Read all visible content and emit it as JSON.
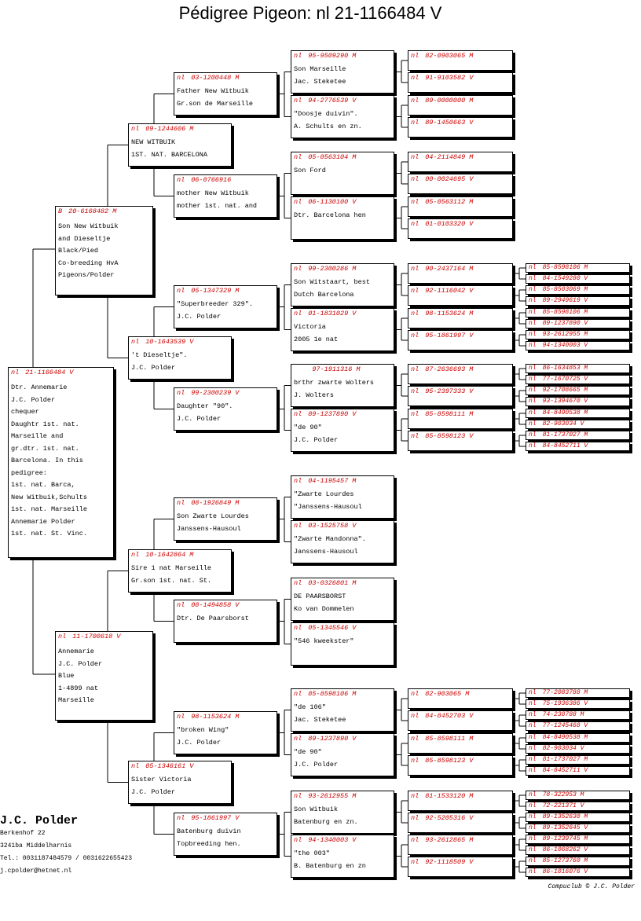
{
  "title": "Pédigree Pigeon: nl  21-1166484 V",
  "footer": "Compuclub © J.C. Polder",
  "breeder": {
    "name": "J.C. Polder",
    "lines": [
      "Berkenhof 22",
      "3241ba  Middelharnis",
      "Tel.: 0031187484579 / 0031622655423",
      "j.cpolder@hetnet.nl"
    ]
  },
  "colors": {
    "id": "#cc0000",
    "text": "#000000"
  },
  "pedigree": [
    {
      "key": "subject",
      "prefix": "nl",
      "id": "21-1166484 V",
      "desc": [
        "Dtr. Annemarie",
        "J.C. Polder",
        "chequer",
        "Daughtr 1st. nat.",
        "Marseille and",
        "gr.dtr. 1st. nat.",
        "Barcelona. In this",
        "pedigree:",
        "1st. nat. Barca,",
        "New Witbuik,Schults",
        "1st. nat. Marseille",
        "Annemarie Polder",
        "1st. nat. St. Vinc."
      ]
    },
    {
      "key": "sire",
      "prefix": "B",
      "id": "20-6168482 M",
      "desc": [
        "Son New Witbuik",
        "and Dieseltje",
        "Black/Pied",
        "Co-breeding HvA",
        "Pigeons/Polder"
      ]
    },
    {
      "key": "dam",
      "prefix": "nl",
      "id": "11-1700618 V",
      "desc": [
        "Annemarie",
        "J.C. Polder",
        "Blue",
        "1-4899 nat",
        "Marseille"
      ]
    },
    {
      "key": "ss",
      "prefix": "nl",
      "id": "09-1244606 M",
      "desc": [
        "NEW WITBUIK",
        "1ST. NAT. BARCELONA"
      ]
    },
    {
      "key": "sd",
      "prefix": "nl",
      "id": "10-1643539 V",
      "desc": [
        "'t Dieseltje\".",
        "J.C. Polder"
      ]
    },
    {
      "key": "ds",
      "prefix": "nl",
      "id": "10-1642864 M",
      "desc": [
        "Sire 1 nat Marseille",
        "Gr.son 1st. nat. St."
      ]
    },
    {
      "key": "dd",
      "prefix": "nl",
      "id": "05-1346161 V",
      "desc": [
        "Sister Victoria",
        "J.C. Polder"
      ]
    },
    {
      "key": "sss",
      "prefix": "nl",
      "id": "03-1200448 M",
      "desc": [
        "Father New Witbuik",
        "Gr.son de Marseille"
      ]
    },
    {
      "key": "ssd",
      "prefix": "nl",
      "id": "06-0766916",
      "desc": [
        "mother New Witbuik",
        "mother 1st. nat. and"
      ]
    },
    {
      "key": "sds",
      "prefix": "nl",
      "id": "05-1347329 M",
      "desc": [
        "\"Superbreeder 329\".",
        "J.C. Polder"
      ]
    },
    {
      "key": "sdd",
      "prefix": "nl",
      "id": "99-2300239 V",
      "desc": [
        "Daughter \"90\".",
        "J.C. Polder"
      ]
    },
    {
      "key": "dss",
      "prefix": "nl",
      "id": "08-1926849 M",
      "desc": [
        "Son Zwarte Lourdes",
        "Janssens-Hausoul"
      ]
    },
    {
      "key": "dsd",
      "prefix": "nl",
      "id": "08-1494858 V",
      "desc": [
        "Dtr. De Paarsborst"
      ]
    },
    {
      "key": "dds",
      "prefix": "nl",
      "id": "98-1153624 M",
      "desc": [
        "\"broken Wing\"",
        "J.C. Polder"
      ]
    },
    {
      "key": "ddd",
      "prefix": "nl",
      "id": "95-1861997 V",
      "desc": [
        "Batenburg duivin",
        "Topbreeding hen."
      ]
    },
    {
      "key": "g1",
      "prefix": "nl",
      "id": "95-9509290 M",
      "desc": [
        "Son Marseille",
        "Jac. Steketee"
      ]
    },
    {
      "key": "g2",
      "prefix": "nl",
      "id": "94-2776539 V",
      "desc": [
        "\"Doosje duivin\".",
        "A. Schults en zn."
      ]
    },
    {
      "key": "g3",
      "prefix": "nl",
      "id": "05-0563104 M",
      "desc": [
        "Son Ford"
      ]
    },
    {
      "key": "g4",
      "prefix": "nl",
      "id": "06-1130100 V",
      "desc": [
        "Dtr.  Barcelona hen"
      ]
    },
    {
      "key": "g5",
      "prefix": "nl",
      "id": "99-2300286 M",
      "desc": [
        "Son Witstaart, best",
        "Dutch Barcelona"
      ]
    },
    {
      "key": "g6",
      "prefix": "nl",
      "id": "01-1831029 V",
      "desc": [
        "Victoria",
        "2005 1e nat"
      ]
    },
    {
      "key": "g7",
      "prefix": "",
      "id": "97-1911316 M",
      "desc": [
        "brthr zwarte Wolters",
        "J. Wolters"
      ]
    },
    {
      "key": "g8",
      "prefix": "nl",
      "id": "89-1237890 V",
      "desc": [
        "\"de 90\"",
        "J.C. Polder"
      ]
    },
    {
      "key": "g9",
      "prefix": "nl",
      "id": "04-1195457 M",
      "desc": [
        "\"Zwarte Lourdes",
        "\"Janssens-Hausoul"
      ]
    },
    {
      "key": "g10",
      "prefix": "nl",
      "id": "03-1525758 V",
      "desc": [
        "\"Zwarte Mandonna\".",
        "Janssens-Hausoul"
      ]
    },
    {
      "key": "g11",
      "prefix": "nl",
      "id": "03-0326801 M",
      "desc": [
        "DE PAARSBORST",
        "Ko van Dommelen"
      ]
    },
    {
      "key": "g12",
      "prefix": "nl",
      "id": "05-1345546 V",
      "desc": [
        "\"546 kweekster\""
      ]
    },
    {
      "key": "g13",
      "prefix": "nl",
      "id": "85-8598106 M",
      "desc": [
        "\"de 106\"",
        "Jac. Steketee"
      ]
    },
    {
      "key": "g14",
      "prefix": "nl",
      "id": "89-1237890 V",
      "desc": [
        "\"de 90\"",
        "J.C. Polder"
      ]
    },
    {
      "key": "g15",
      "prefix": "nl",
      "id": "93-2612955 M",
      "desc": [
        "Son Witbuik",
        "Batenburg en zn."
      ]
    },
    {
      "key": "g16",
      "prefix": "nl",
      "id": "94-1340003 V",
      "desc": [
        "\"the 003\"",
        "B. Batenburg en zn"
      ]
    },
    {
      "key": "h1",
      "prefix": "nl",
      "id": "82-0903065 M"
    },
    {
      "key": "h2",
      "prefix": "nl",
      "id": "91-9103582 V"
    },
    {
      "key": "h3",
      "prefix": "nl",
      "id": "89-0000000 M"
    },
    {
      "key": "h4",
      "prefix": "nl",
      "id": "89-1450663 V"
    },
    {
      "key": "h5",
      "prefix": "nl",
      "id": "04-2114849 M"
    },
    {
      "key": "h6",
      "prefix": "nl",
      "id": "00-0024695 V"
    },
    {
      "key": "h7",
      "prefix": "nl",
      "id": "05-0563112 M"
    },
    {
      "key": "h8",
      "prefix": "nl",
      "id": "01-0103320 V"
    },
    {
      "key": "h9",
      "prefix": "nl",
      "id": "90-2437164 M"
    },
    {
      "key": "h10",
      "prefix": "nl",
      "id": "92-1116042 V"
    },
    {
      "key": "h11",
      "prefix": "nl",
      "id": "98-1153624 M"
    },
    {
      "key": "h12",
      "prefix": "nl",
      "id": "95-1861997 V"
    },
    {
      "key": "h13",
      "prefix": "nl",
      "id": "87-2636693 M"
    },
    {
      "key": "h14",
      "prefix": "nl",
      "id": "95-2397333 V"
    },
    {
      "key": "h15",
      "prefix": "nl",
      "id": "85-8598111 M"
    },
    {
      "key": "h16",
      "prefix": "nl",
      "id": "85-8598123 V"
    },
    {
      "key": "h17",
      "prefix": "nl",
      "id": "82-903065 M"
    },
    {
      "key": "h18",
      "prefix": "nl",
      "id": "84-8452703 V"
    },
    {
      "key": "h19",
      "prefix": "nl",
      "id": "85-8598111 M"
    },
    {
      "key": "h20",
      "prefix": "nl",
      "id": "85-8598123 V"
    },
    {
      "key": "h21",
      "prefix": "nl",
      "id": "81-1533120 M"
    },
    {
      "key": "h22",
      "prefix": "nl",
      "id": "92-5205316 V"
    },
    {
      "key": "h23",
      "prefix": "nl",
      "id": "93-2612865 M"
    },
    {
      "key": "h24",
      "prefix": "nl",
      "id": "92-1118509 V"
    },
    {
      "key": "a1",
      "prefix": "nl",
      "id": "85-8598106 M"
    },
    {
      "key": "a2",
      "prefix": "nl",
      "id": "84-1549280 V"
    },
    {
      "key": "a3",
      "prefix": "nl",
      "id": "85-8503069 M"
    },
    {
      "key": "a4",
      "prefix": "nl",
      "id": "89-2949619 V"
    },
    {
      "key": "a5",
      "prefix": "nl",
      "id": "85-8598106 M"
    },
    {
      "key": "a6",
      "prefix": "nl",
      "id": "89-1237890 V"
    },
    {
      "key": "a7",
      "prefix": "nl",
      "id": "93-2612955 M"
    },
    {
      "key": "a8",
      "prefix": "nl",
      "id": "94-1340003 V"
    },
    {
      "key": "a9",
      "prefix": "nl",
      "id": "86-1634853 M"
    },
    {
      "key": "a10",
      "prefix": "nl",
      "id": "77-1670725 V"
    },
    {
      "key": "a11",
      "prefix": "nl",
      "id": "92-1708665 M"
    },
    {
      "key": "a12",
      "prefix": "nl",
      "id": "93-1394670 V"
    },
    {
      "key": "a13",
      "prefix": "nl",
      "id": "84-8490538 M"
    },
    {
      "key": "a14",
      "prefix": "nl",
      "id": "82-903034 V"
    },
    {
      "key": "a15",
      "prefix": "nl",
      "id": "81-1737027 M"
    },
    {
      "key": "a16",
      "prefix": "nl",
      "id": "84-8452711 V"
    },
    {
      "key": "a17",
      "prefix": "nl",
      "id": "77-2083788 M"
    },
    {
      "key": "a18",
      "prefix": "nl",
      "id": "75-1936386 V"
    },
    {
      "key": "a19",
      "prefix": "nl",
      "id": "74-238788 M"
    },
    {
      "key": "a20",
      "prefix": "nl",
      "id": "77-1245468 V"
    },
    {
      "key": "a21",
      "prefix": "nl",
      "id": "84-8490538 M"
    },
    {
      "key": "a22",
      "prefix": "nl",
      "id": "82-903034 V"
    },
    {
      "key": "a23",
      "prefix": "nl",
      "id": "81-1737027 M"
    },
    {
      "key": "a24",
      "prefix": "nl",
      "id": "84-8452711 V"
    },
    {
      "key": "a25",
      "prefix": "nl",
      "id": "78-322953 M"
    },
    {
      "key": "a26",
      "prefix": "nl",
      "id": "72-221371 V"
    },
    {
      "key": "a27",
      "prefix": "nl",
      "id": "89-1352630 M"
    },
    {
      "key": "a28",
      "prefix": "nl",
      "id": "89-1352645 V"
    },
    {
      "key": "a29",
      "prefix": "nl",
      "id": "89-1239745 M"
    },
    {
      "key": "a30",
      "prefix": "nl",
      "id": "86-1068262 V"
    },
    {
      "key": "a31",
      "prefix": "nl",
      "id": "85-1273760 M"
    },
    {
      "key": "a32",
      "prefix": "nl",
      "id": "86-1016076 V"
    }
  ]
}
